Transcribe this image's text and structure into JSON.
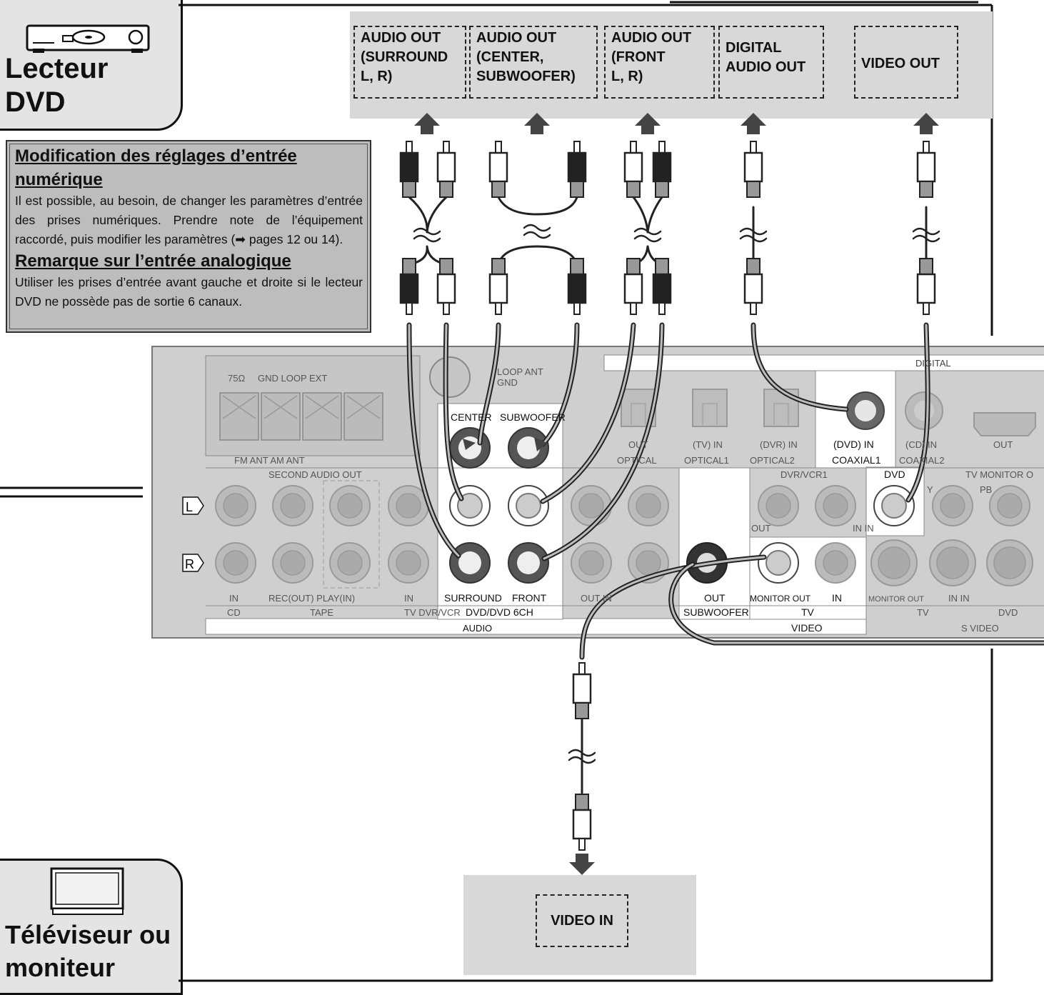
{
  "dvd_player": {
    "title_line1": "Lecteur",
    "title_line2": "DVD"
  },
  "tv": {
    "title_line1": "Téléviseur ou",
    "title_line2": "moniteur"
  },
  "dvd_outputs": [
    {
      "label": "AUDIO OUT\n(SURROUND\nL, R)"
    },
    {
      "label": "AUDIO OUT\n(CENTER,\nSUBWOOFER)"
    },
    {
      "label": "AUDIO OUT\n(FRONT\nL, R)"
    },
    {
      "label": "DIGITAL\nAUDIO OUT"
    },
    {
      "label": "VIDEO OUT"
    }
  ],
  "note": {
    "heading1a": "Modification des réglages d’entrée",
    "heading1b": "numérique",
    "para1": "Il est possible, au besoin, de changer les paramètres d’entrée des prises numériques. Prendre note de l’équipement raccordé, puis modifier les paramètres (➡ pages 12 ou 14).",
    "heading2": "Remarque sur l’entrée analogique",
    "para2": "Utiliser les prises d’entrée avant gauche et droite si le lecteur DVD ne possède pas de sortie 6 canaux."
  },
  "tv_input": {
    "label": "VIDEO IN"
  },
  "receiver": {
    "digital": "DIGITAL",
    "antenna": {
      "ohm": "75Ω",
      "gnd_loop": "GND LOOP EXT",
      "fm_am": "FM ANT AM ANT",
      "loop_ant": "LOOP ANT",
      "gnd": "GND"
    },
    "second_audio_out": "SECOND AUDIO OUT",
    "channel_left": "L",
    "channel_right": "R",
    "jack_labels": {
      "in1": "IN",
      "cd": "CD",
      "rec_play": "REC(OUT) PLAY(IN)",
      "tape": "TAPE",
      "in2": "IN",
      "tv_dvr": "TV DVR/VCR",
      "center": "CENTER",
      "subwoofer": "SUBWOOFER",
      "surround": "SURROUND",
      "front": "FRONT",
      "dvd6ch": "DVD/DVD 6CH",
      "audio": "AUDIO",
      "out_in": "OUT IN",
      "sub_out": "OUT",
      "sub_label": "SUBWOOFER",
      "monitor_out": "MONITOR OUT",
      "tv_in": "IN",
      "tv": "TV",
      "video": "VIDEO",
      "dvr_vcr1": "DVR/VCR1",
      "out": "OUT",
      "in_in": "IN IN",
      "dvd_comp": "DVD",
      "y": "Y",
      "pb": "PB",
      "tv_monitor_out": "TV MONITOR O",
      "sv_monitor_out": "MONITOR OUT",
      "sv_in_in": "IN IN",
      "sv_tv": "TV",
      "sv_dvd": "DVD",
      "s_video": "S VIDEO"
    },
    "digital_jacks": {
      "out": "OUT",
      "optical": "OPTICAL",
      "tv_in": "(TV) IN",
      "optical1": "OPTICAL1",
      "dvr_in": "(DVR) IN",
      "optical2": "OPTICAL2",
      "dvd_in": "(DVD) IN",
      "coaxial1": "COAXIAL1",
      "cd_in": "(CD) IN",
      "coaxial2": "COAXIAL2",
      "hdmi_out": "OUT"
    }
  }
}
